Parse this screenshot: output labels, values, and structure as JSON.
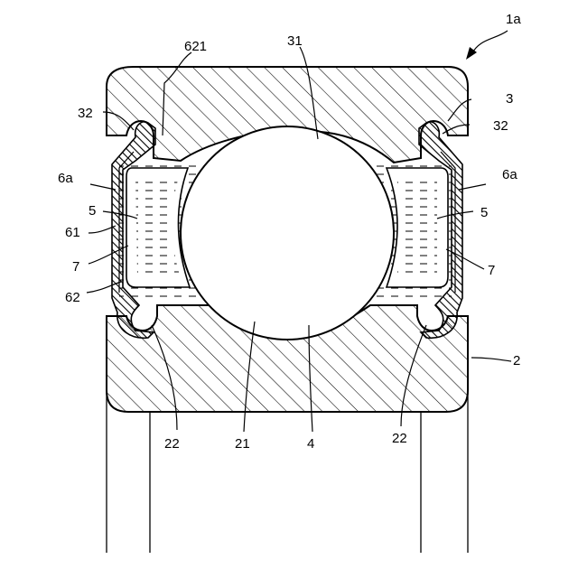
{
  "figure": {
    "colors": {
      "ink": "#000000",
      "paper": "#ffffff"
    },
    "labels": {
      "assembly": "1a",
      "outer_ring": "3",
      "outer_groove_left": "32",
      "outer_groove_right": "32",
      "seal_lip_621": "621",
      "raceway_outer": "31",
      "seal_left": "6a",
      "seal_right": "6a",
      "cage_left": "5",
      "cage_right": "5",
      "core_61": "61",
      "grease_left": "7",
      "grease_right": "7",
      "rubber_62": "62",
      "inner_ring": "2",
      "inner_groove_left": "22",
      "inner_groove_right": "22",
      "raceway_inner": "21",
      "ball": "4"
    }
  }
}
